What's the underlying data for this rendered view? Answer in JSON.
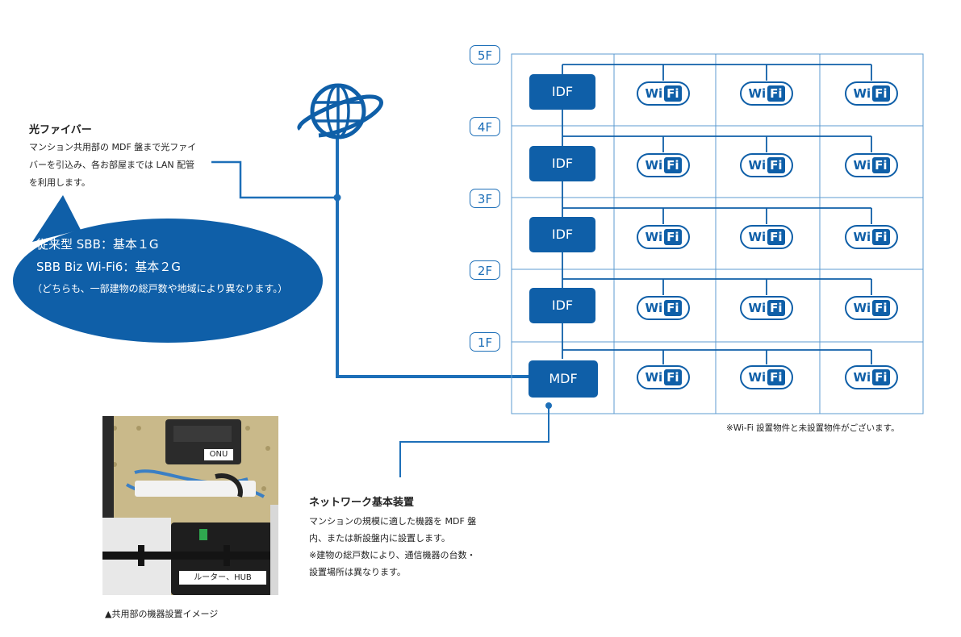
{
  "fiber": {
    "title": "光ファイバー",
    "lines": [
      "マンション共用部の MDF 盤まで光ファイ",
      "バーを引込み、各お部屋までは LAN 配管",
      "を利用します。"
    ]
  },
  "bubble": {
    "line1": "従来型 SBB：基本１G",
    "line2": "SBB Biz Wi-Fi6：基本２G",
    "line3": "（どちらも、一部建物の総戸数や地域により異なります。）"
  },
  "floors": [
    "5F",
    "4F",
    "3F",
    "2F",
    "1F"
  ],
  "rows": [
    {
      "box": "IDF",
      "wifi": [
        "Wi",
        "Wi",
        "Wi"
      ]
    },
    {
      "box": "IDF",
      "wifi": [
        "Wi",
        "Wi",
        "Wi"
      ]
    },
    {
      "box": "IDF",
      "wifi": [
        "Wi",
        "Wi",
        "Wi"
      ]
    },
    {
      "box": "IDF",
      "wifi": [
        "Wi",
        "Wi",
        "Wi"
      ]
    },
    {
      "box": "MDF",
      "wifi": [
        "Wi",
        "Wi",
        "Wi"
      ]
    }
  ],
  "wifi_badge": {
    "left": "Wi",
    "right": "Fi"
  },
  "note": "※Wi-Fi 設置物件と未設置物件がございます。",
  "network": {
    "title": "ネットワーク基本装置",
    "lines": [
      "マンションの規模に適した機器を MDF 盤",
      "内、または新設盤内に設置します。",
      "※建物の総戸数により、通信機器の台数・",
      "設置場所は異なります。"
    ]
  },
  "photo": {
    "onu_label": "ONU",
    "router_label": "ルーター、HUB"
  },
  "caption": "▲共用部の機器設置イメージ",
  "colors": {
    "primary": "#0f5fa8",
    "line": "#1d6fb8",
    "grid": "#5c9bd1"
  },
  "icons": [
    "globe-icon"
  ]
}
